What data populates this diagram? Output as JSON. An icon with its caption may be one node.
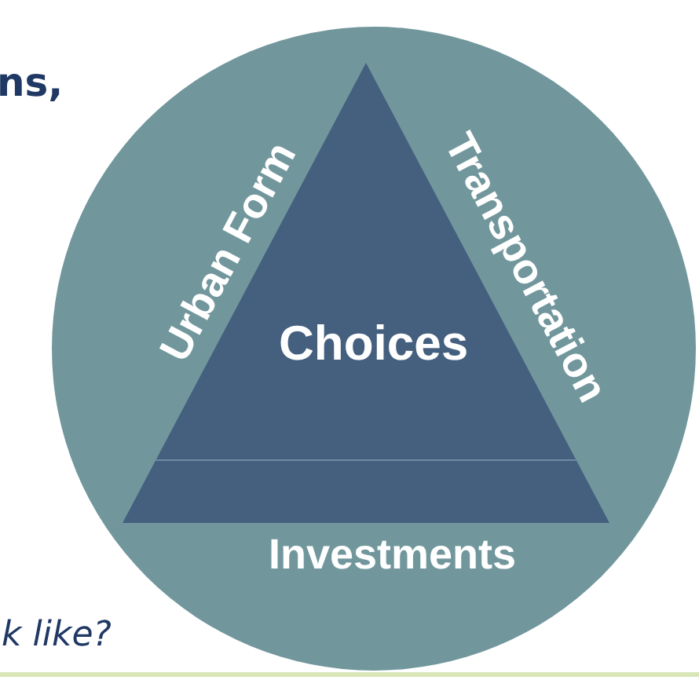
{
  "diagram": {
    "nodes": [
      {
        "text": [
          "Urban Form",
          "Transportation",
          "Investments"
        ]
      },
      {
        "text": [
          "Choices"
        ],
        "in": 0
      }
    ],
    "labels": [
      "ns,",
      "k like?"
    ]
  }
}
